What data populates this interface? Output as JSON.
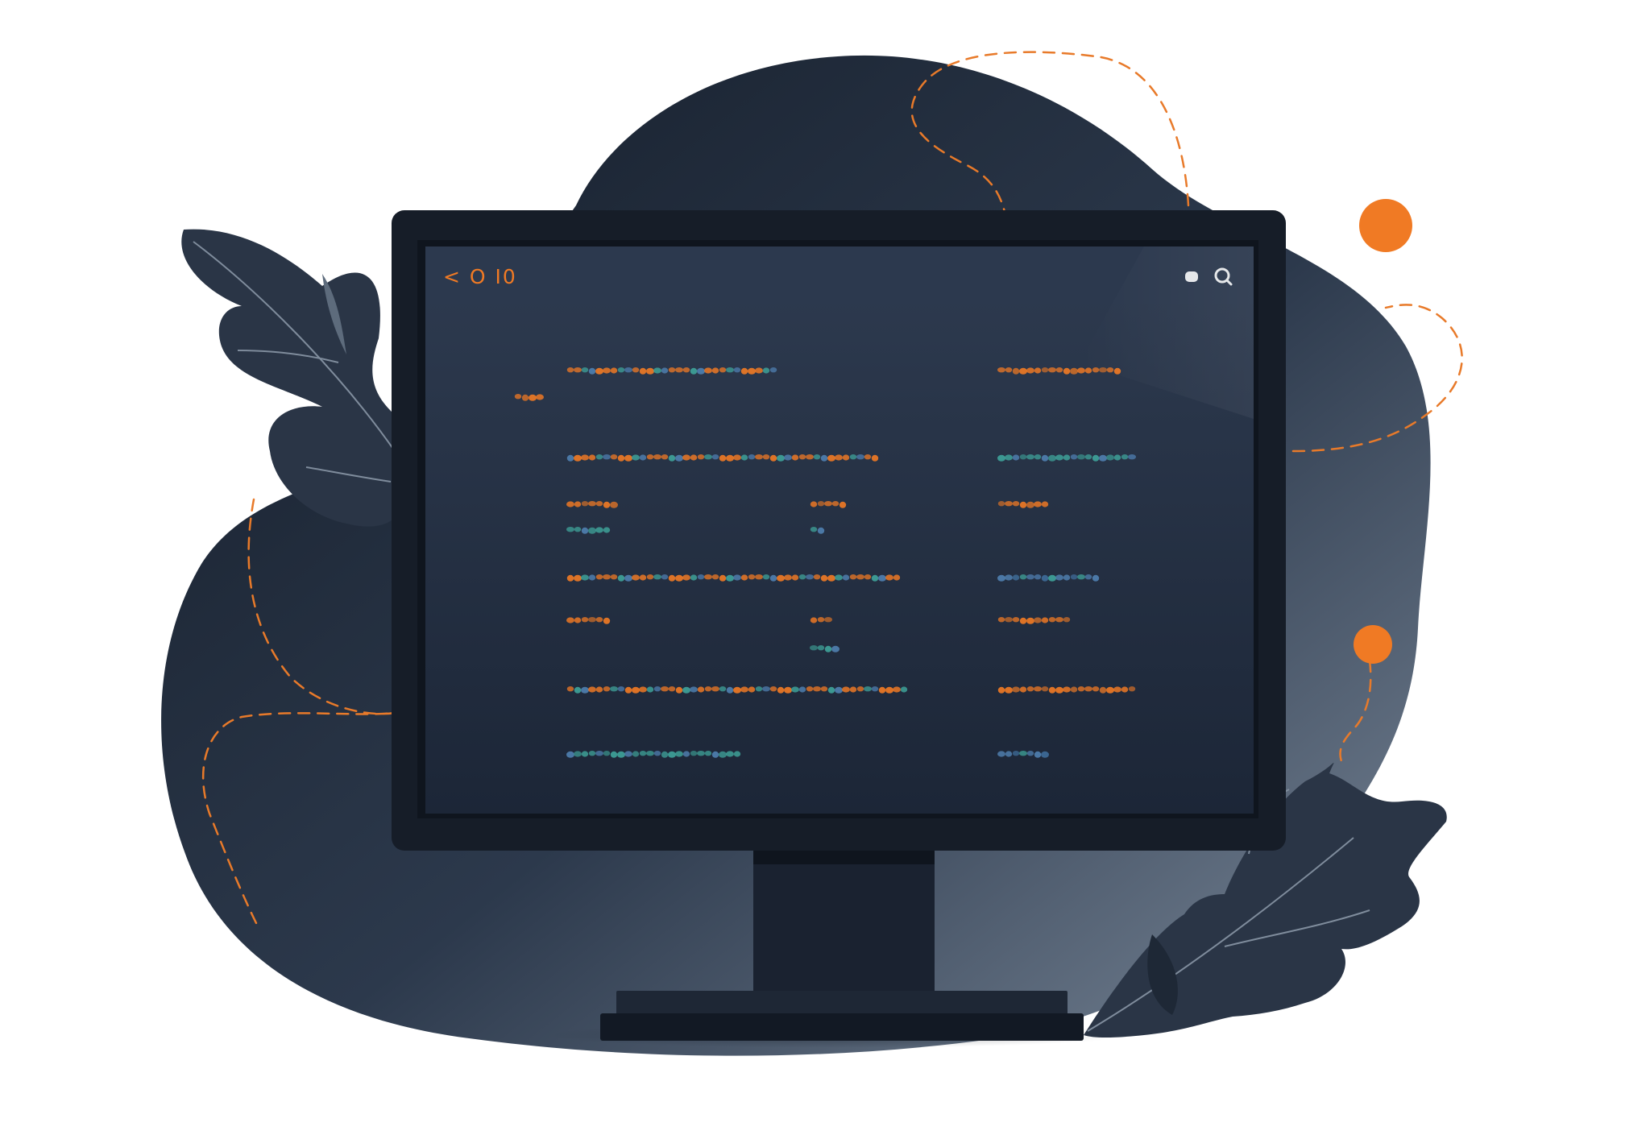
{
  "colors": {
    "background": "#ffffff",
    "blob_dark": "#1f2a3a",
    "blob_light": "#6b7a8c",
    "leaf": "#2a3546",
    "leaf_vein": "#7f8c9c",
    "monitor_frame": "#161d28",
    "screen_top": "#2d3a4f",
    "screen_bottom": "#1c2638",
    "toolbar": "#2c394e",
    "accent_orange": "#f07a24",
    "accent_teal": "#3fa39a",
    "accent_blue": "#4f7fb0",
    "toolbar_icon": "#e6e8ea"
  },
  "screen": {
    "toolbar_text": "< O I0"
  },
  "icons": {
    "toolbar_right": [
      "window-dot-icon",
      "search-icon"
    ]
  },
  "code_lines": [
    {
      "row": 1,
      "col": 1,
      "len": 265,
      "palette": "mixed"
    },
    {
      "row": 1,
      "col": 3,
      "len": 155,
      "palette": "orange"
    },
    {
      "row": 2,
      "col": 0,
      "len": 40,
      "palette": "orange"
    },
    {
      "row": 3,
      "col": 1,
      "len": 385,
      "palette": "mixed"
    },
    {
      "row": 3,
      "col": 3,
      "len": 170,
      "palette": "teal"
    },
    {
      "row": 4,
      "col": 1,
      "len": 60,
      "palette": "orange"
    },
    {
      "row": 4,
      "col": 2,
      "len": 45,
      "palette": "orange"
    },
    {
      "row": 4,
      "col": 3,
      "len": 60,
      "palette": "orange"
    },
    {
      "row": 5,
      "col": 1,
      "len": 55,
      "palette": "teal"
    },
    {
      "row": 5,
      "col": 2,
      "len": 22,
      "palette": "teal"
    },
    {
      "row": 6,
      "col": 1,
      "len": 410,
      "palette": "mixed"
    },
    {
      "row": 6,
      "col": 3,
      "len": 125,
      "palette": "blue"
    },
    {
      "row": 7,
      "col": 1,
      "len": 50,
      "palette": "orange"
    },
    {
      "row": 7,
      "col": 2,
      "len": 25,
      "palette": "orange"
    },
    {
      "row": 7,
      "col": 3,
      "len": 90,
      "palette": "orange"
    },
    {
      "row": 8,
      "col": 2,
      "len": 35,
      "palette": "teal"
    },
    {
      "row": 9,
      "col": 1,
      "len": 420,
      "palette": "mixed"
    },
    {
      "row": 9,
      "col": 3,
      "len": 170,
      "palette": "orange"
    },
    {
      "row": 10,
      "col": 1,
      "len": 220,
      "palette": "teal"
    },
    {
      "row": 10,
      "col": 3,
      "len": 65,
      "palette": "blue"
    }
  ]
}
